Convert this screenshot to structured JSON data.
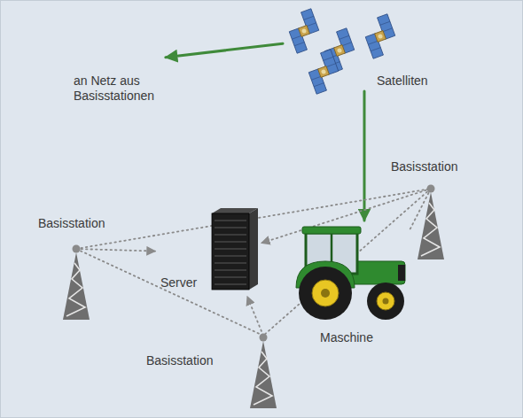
{
  "diagram": {
    "nodes": [
      {
        "text": [
          "an Netz aus Basisstationen"
        ]
      },
      {
        "text": [
          "Satelliten"
        ]
      },
      {
        "text": [
          "Basisstation"
        ]
      },
      {
        "text": [
          "Basisstation"
        ]
      },
      {
        "text": [
          "Server"
        ]
      },
      {
        "text": [
          "Maschine"
        ]
      },
      {
        "text": [
          "Basisstation"
        ]
      }
    ],
    "edges": [
      {
        "from": 1,
        "to": 0,
        "arrow": "to"
      },
      {
        "from": 1,
        "to": 5,
        "arrow": "to"
      },
      {
        "from": 2,
        "to": 4,
        "arrow": "to"
      },
      {
        "from": 3,
        "to": 4,
        "arrow": "to"
      },
      {
        "from": 6,
        "to": 4,
        "arrow": "to"
      },
      {
        "from": 3,
        "to": 2,
        "arrow": "none"
      },
      {
        "from": 3,
        "to": 6,
        "arrow": "none"
      },
      {
        "from": 2,
        "to": 6,
        "arrow": "none"
      },
      {
        "from": 2,
        "to": 5,
        "arrow": "none"
      }
    ]
  }
}
